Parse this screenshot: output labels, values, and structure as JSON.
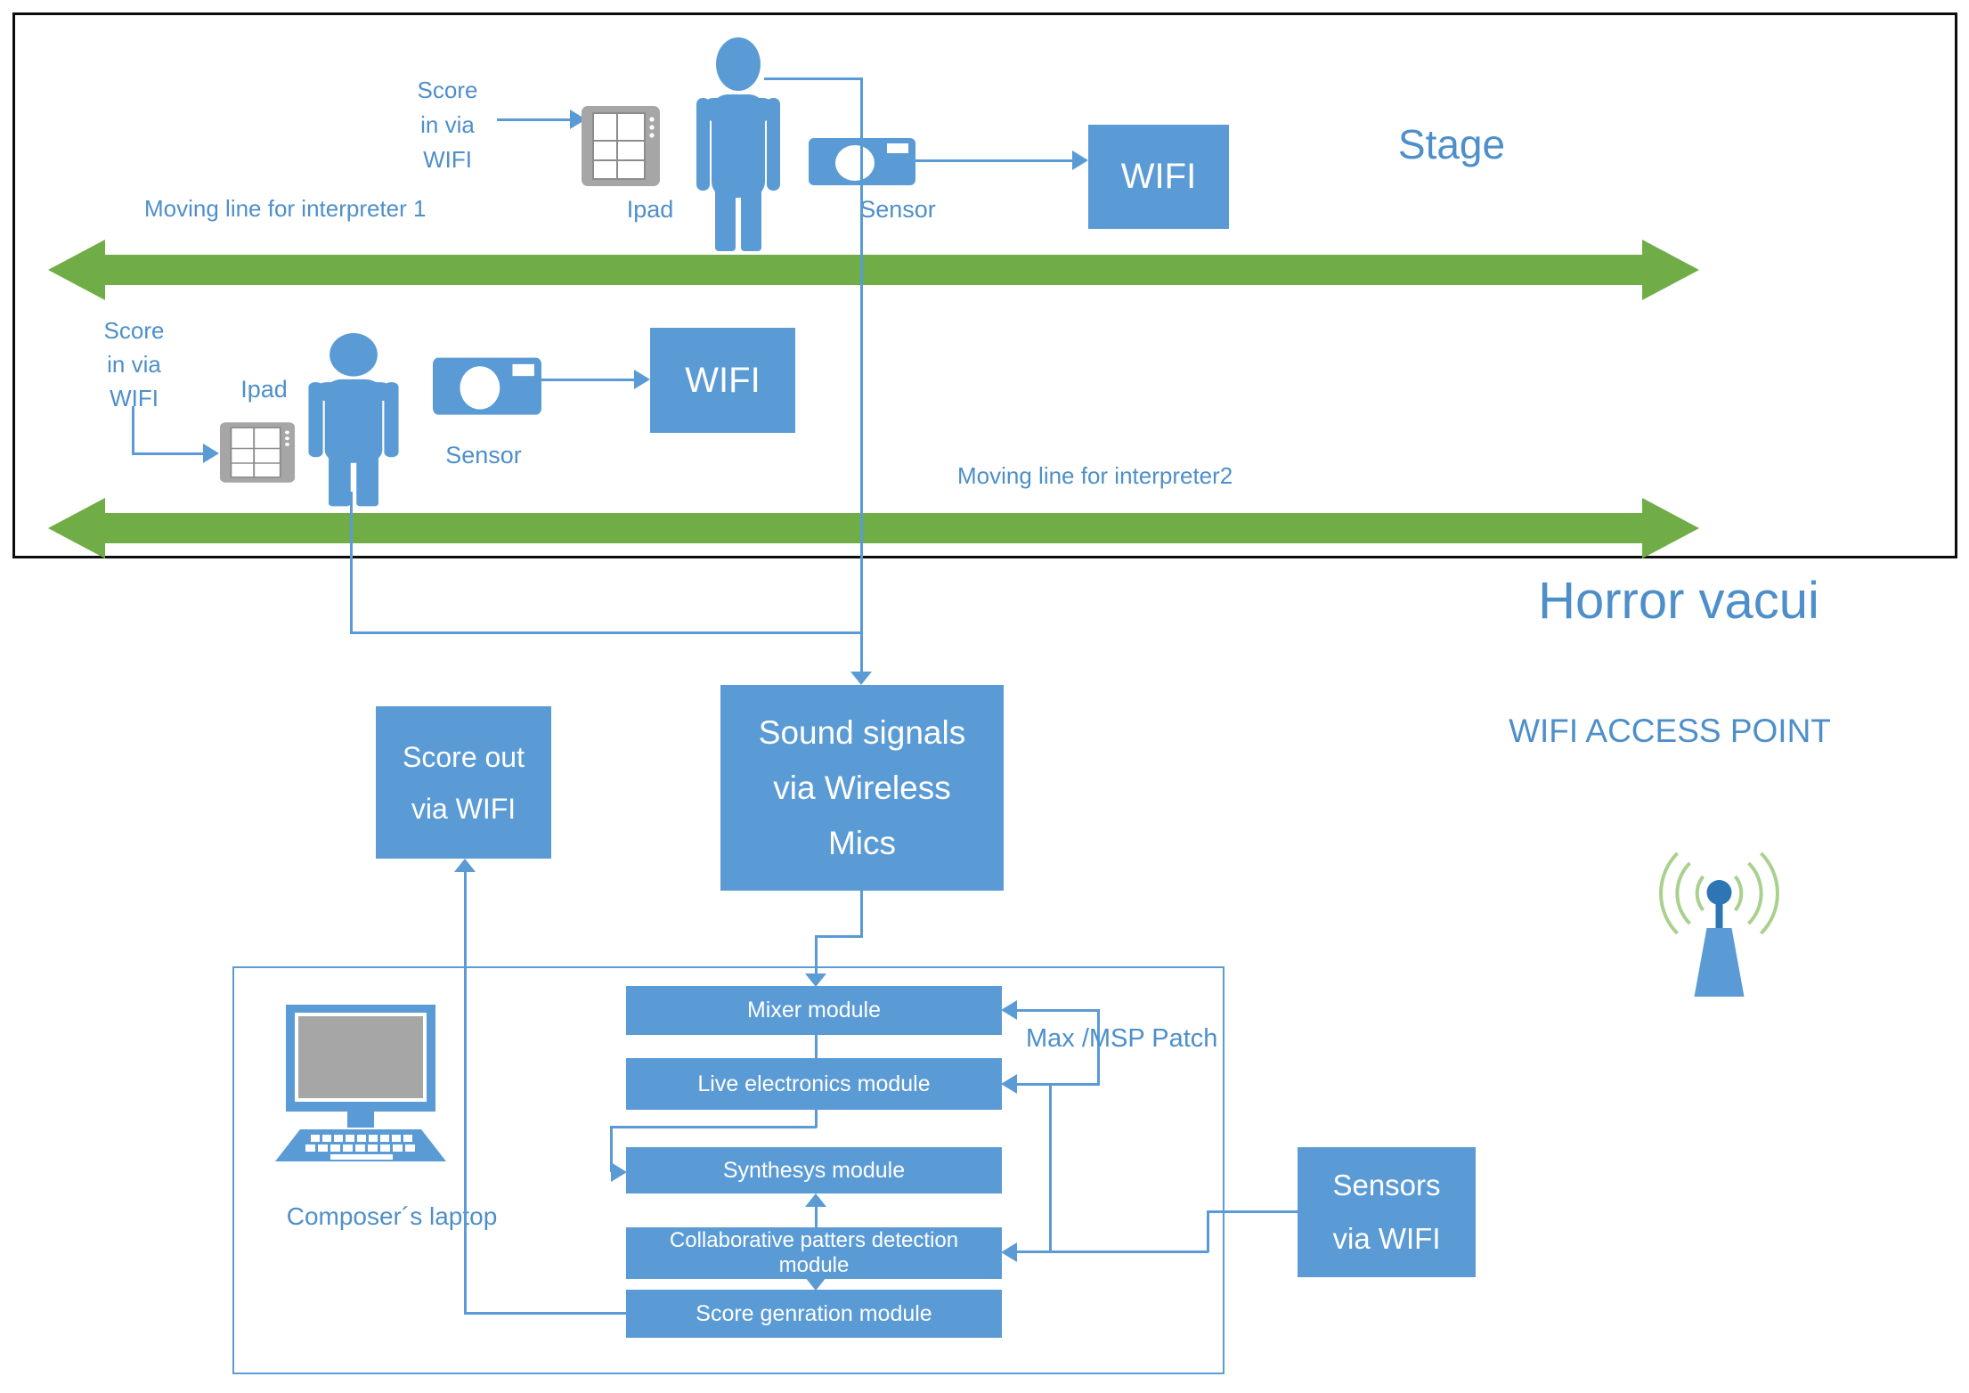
{
  "colors": {
    "primary_blue": "#5b9bd5",
    "text_blue": "#4e8fc9",
    "green_arrow": "#70ad47",
    "icon_gray": "#a6a6a6",
    "antenna_dark_blue": "#2e75b6",
    "antenna_wave_green": "#a9d18e"
  },
  "stage": {
    "title": "Stage",
    "interpreter1": {
      "score_in_l1": "Score",
      "score_in_l2": "in via",
      "score_in_l3": "WIFI",
      "ipad_label": "Ipad",
      "sensor_label": "Sensor",
      "wifi_box": "WIFI",
      "moving_line": "Moving line for interpreter 1"
    },
    "interpreter2": {
      "score_in_l1": "Score",
      "score_in_l2": "in via",
      "score_in_l3": "WIFI",
      "ipad_label": "Ipad",
      "sensor_label": "Sensor",
      "wifi_box": "WIFI",
      "moving_line": "Moving line for interpreter2"
    }
  },
  "right_side": {
    "title": "Horror vacui",
    "access_point": "WIFI ACCESS POINT"
  },
  "flow": {
    "score_out_l1": "Score out",
    "score_out_l2": "via WIFI",
    "sound_l1": "Sound signals",
    "sound_l2": "via Wireless",
    "sound_l3": "Mics",
    "sensors_l1": "Sensors",
    "sensors_l2": "via WIFI",
    "patch_label": "Max /MSP Patch",
    "laptop_label": "Composer´s laptop",
    "modules": {
      "mixer": "Mixer module",
      "live": "Live electronics module",
      "synth": "Synthesys module",
      "collab_l1": "Collaborative patters detection",
      "collab_l2": "module",
      "scoregen": "Score genration module"
    }
  }
}
